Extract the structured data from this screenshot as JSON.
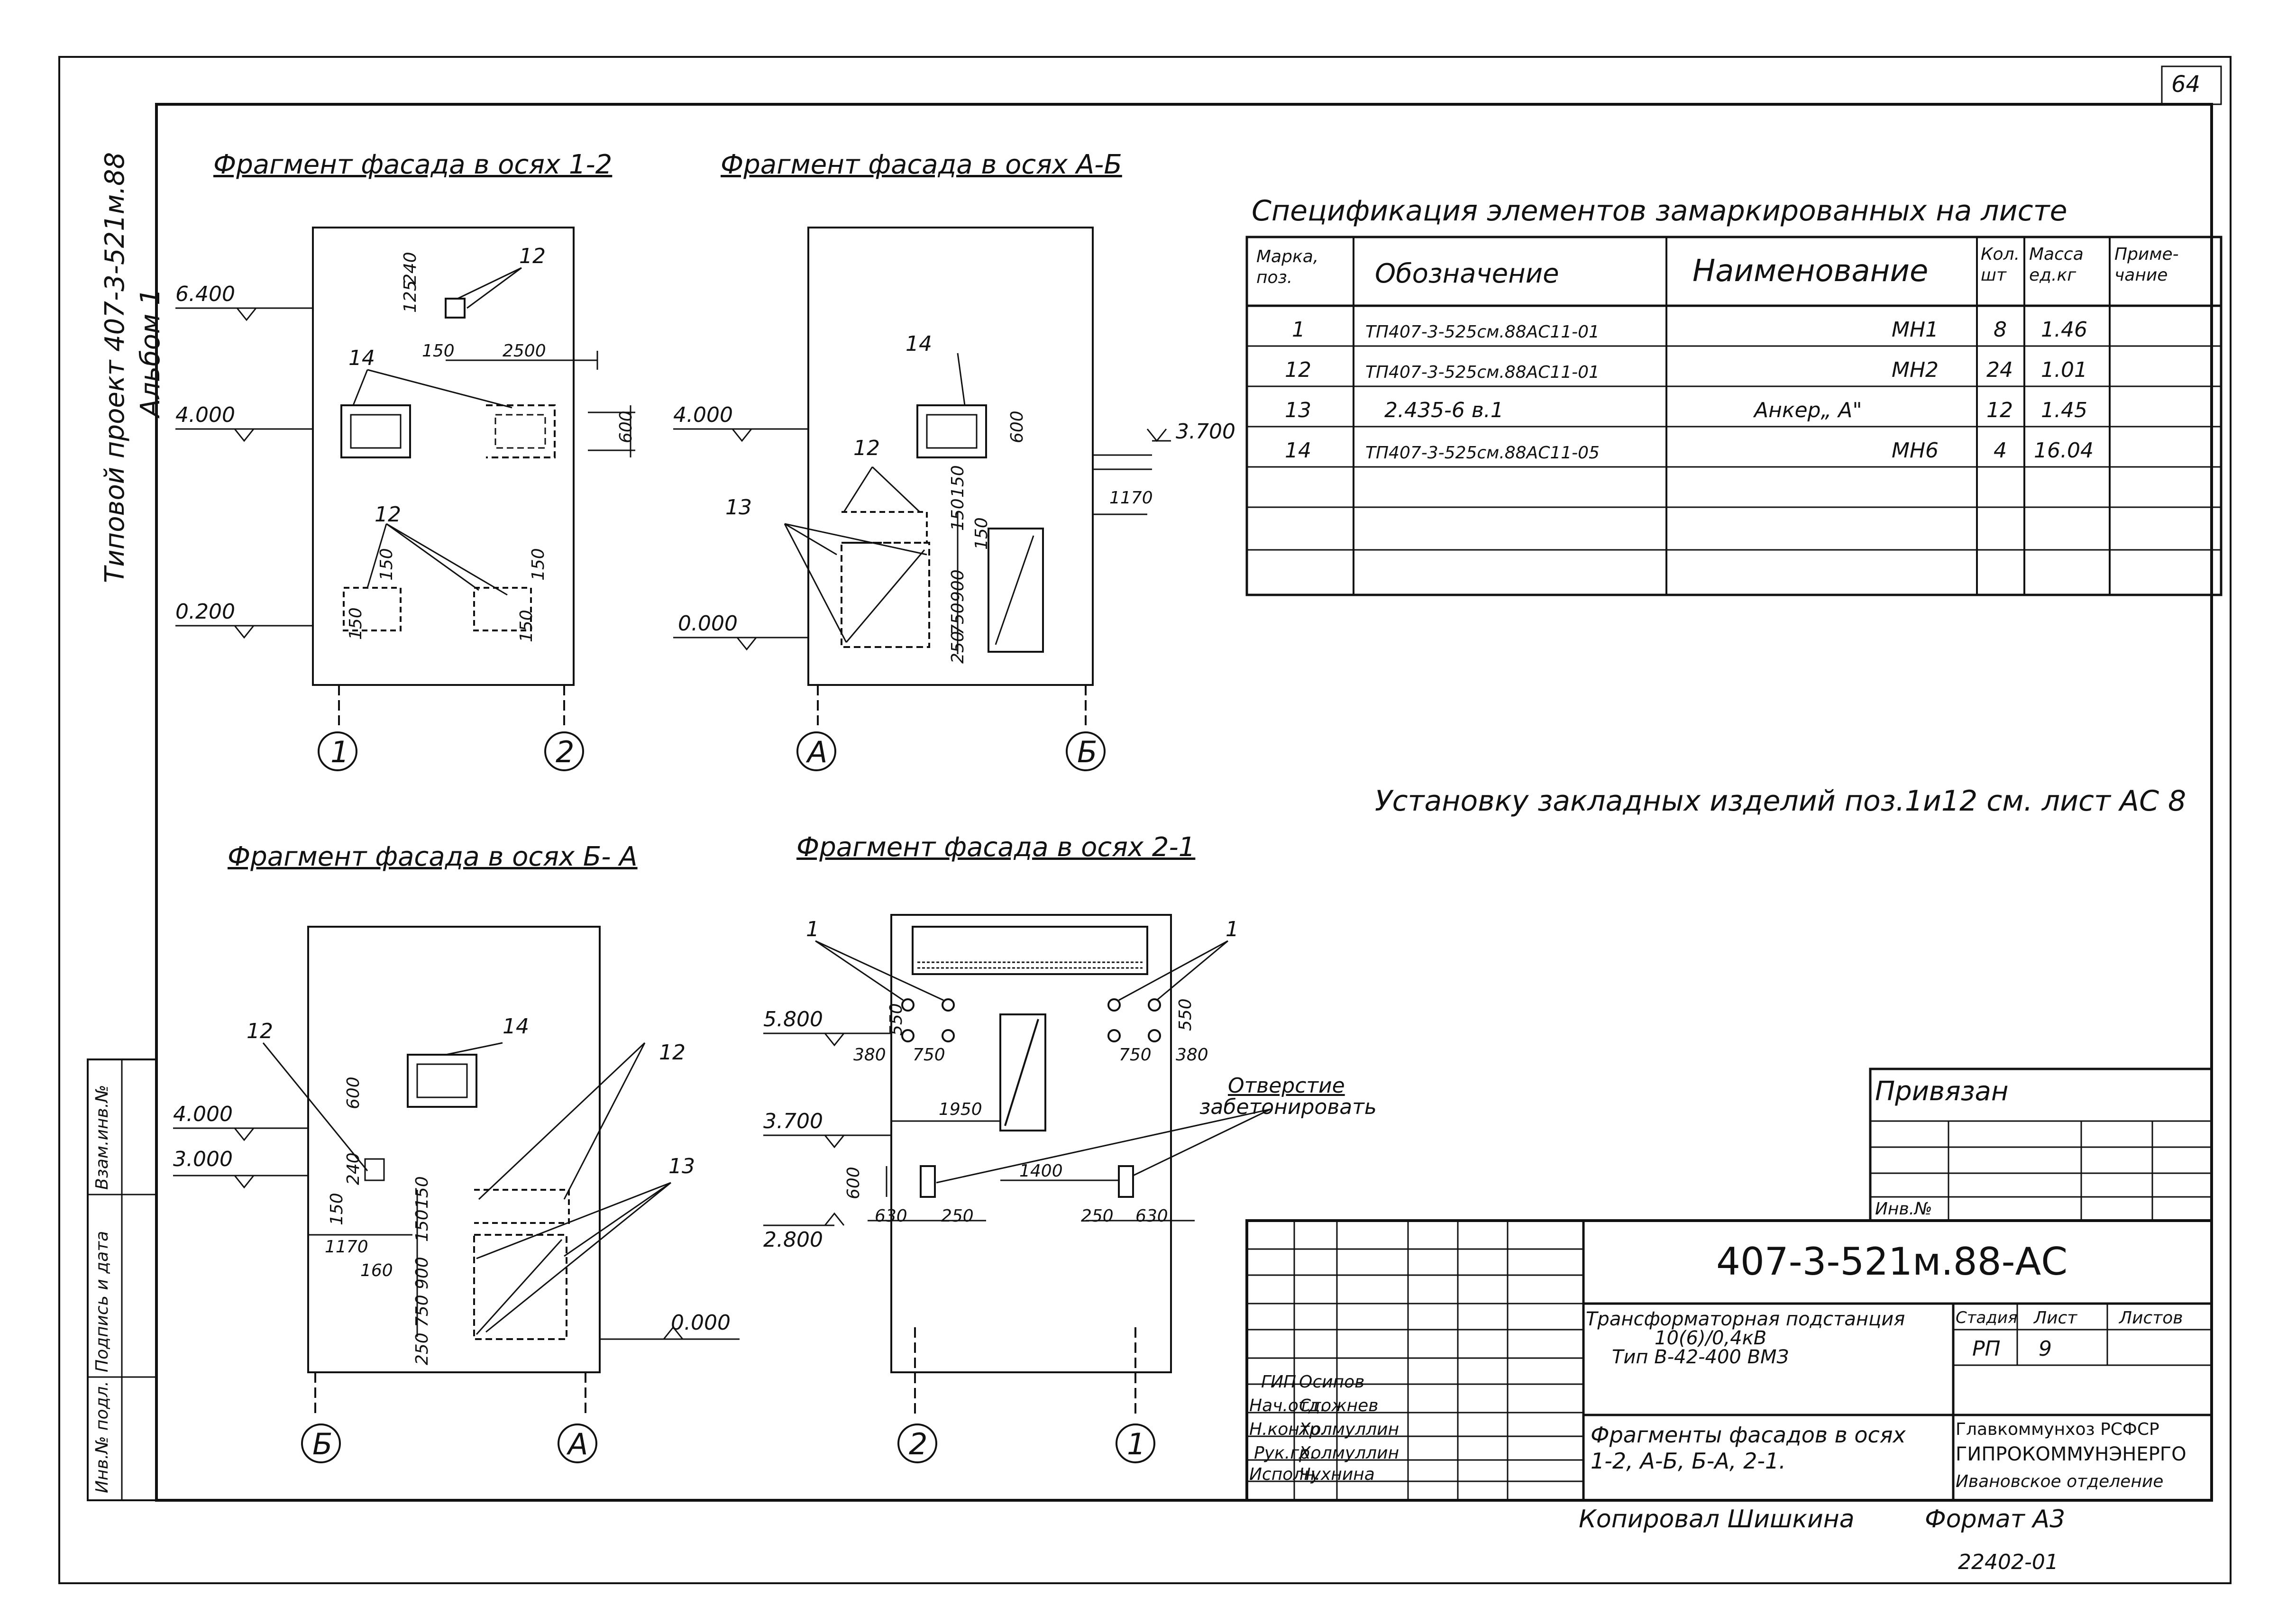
{
  "sheet": {
    "corner_number": "64",
    "side_label_1": "Типовой   проект  407-3-521м.88",
    "side_label_2": "Альбом  1",
    "note": "Установку закладных изделий поз.1и12 см. лист АС 8",
    "copied_by": "Копировал Шишкина",
    "format": "Формат А3",
    "bottom_code": "22402-01"
  },
  "margin_stamp": {
    "labels": [
      "Инв.№ подл.",
      "Подпись и дата",
      "Взам.инв.№"
    ]
  },
  "views": [
    {
      "title": "Фрагмент фасада в осях 1-2",
      "axes": [
        "1",
        "2"
      ],
      "elevations": [
        "6.400",
        "4.000",
        "0.200"
      ],
      "dims": [
        "125",
        "240",
        "150",
        "2500",
        "600",
        "150",
        "150",
        "150",
        "150"
      ],
      "callouts": [
        "12",
        "14",
        "12"
      ]
    },
    {
      "title": "Фрагмент фасада в осях А-Б",
      "axes": [
        "А",
        "Б"
      ],
      "elevations": [
        "4.000",
        "0.000",
        "3.700"
      ],
      "dims": [
        "600",
        "150",
        "150",
        "150",
        "900",
        "750",
        "250",
        "1170"
      ],
      "callouts": [
        "14",
        "12",
        "13"
      ]
    },
    {
      "title": "Фрагмент фасада в осях  Б- А",
      "axes": [
        "Б",
        "А"
      ],
      "elevations": [
        "4.000",
        "3.000",
        "0.000"
      ],
      "dims": [
        "600",
        "150",
        "240",
        "1170",
        "160",
        "150",
        "150",
        "900",
        "750",
        "250"
      ],
      "callouts": [
        "12",
        "14",
        "12",
        "13"
      ]
    },
    {
      "title": "Фрагмент фасада в осях 2-1",
      "axes": [
        "2",
        "1"
      ],
      "elevations": [
        "5.800",
        "3.700",
        "2.800"
      ],
      "dims": [
        "550",
        "380",
        "750",
        "750",
        "380",
        "550",
        "1950",
        "1400",
        "600",
        "630",
        "250",
        "250",
        "630"
      ],
      "callouts": [
        "1",
        "1"
      ],
      "hole_note": [
        "Отверстие",
        "забетонировать"
      ]
    }
  ],
  "spec": {
    "title": "Спецификация элементов замаркированных на листе",
    "headers": [
      "Марка, поз.",
      "Обозначение",
      "Наименование",
      "Кол. шт",
      "Масса ед.кг",
      "Приме- чание"
    ],
    "rows": [
      [
        "1",
        "ТП407-3-525см.88АС11-01",
        "МН1",
        "8",
        "1.46",
        ""
      ],
      [
        "12",
        "ТП407-3-525см.88АС11-01",
        "МН2",
        "24",
        "1.01",
        ""
      ],
      [
        "13",
        "2.435-6    в.1",
        "Анкер„ А\"",
        "12",
        "1.45",
        ""
      ],
      [
        "14",
        "ТП407-3-525см.88АС11-05",
        "МН6",
        "4",
        "16.04",
        ""
      ]
    ]
  },
  "title_block": {
    "privyazan": "Привязан",
    "inv_no": "Инв.№",
    "code": "407-3-521м.88-АС",
    "object_line_1": "Трансформаторная подстанция",
    "object_line_2": "10(6)/0,4кВ",
    "object_line_3": "Тип  В-42-400 ВМЗ",
    "sheet_title_1": "Фрагменты фасадов в осях",
    "sheet_title_2": "1-2,  А-Б,  Б-А, 2-1.",
    "stage_header": "Стадия",
    "sheet_header": "Лист",
    "sheets_header": "Листов",
    "stage": "РП",
    "sheet_no": "9",
    "org_1": "Главкоммунхоз РСФСР",
    "org_2": "ГИПРОКОММУНЭНЕРГО",
    "org_3": "Ивановское отделение",
    "people": [
      {
        "role": "ГИП",
        "name": "Осипов"
      },
      {
        "role": "Нач.отд.",
        "name": "Стожнев"
      },
      {
        "role": "Н.контр.",
        "name": "Холмуллин"
      },
      {
        "role": "Рук.гр.",
        "name": "Холмуллин"
      },
      {
        "role": "Исполн.",
        "name": "Чухнина"
      }
    ]
  }
}
